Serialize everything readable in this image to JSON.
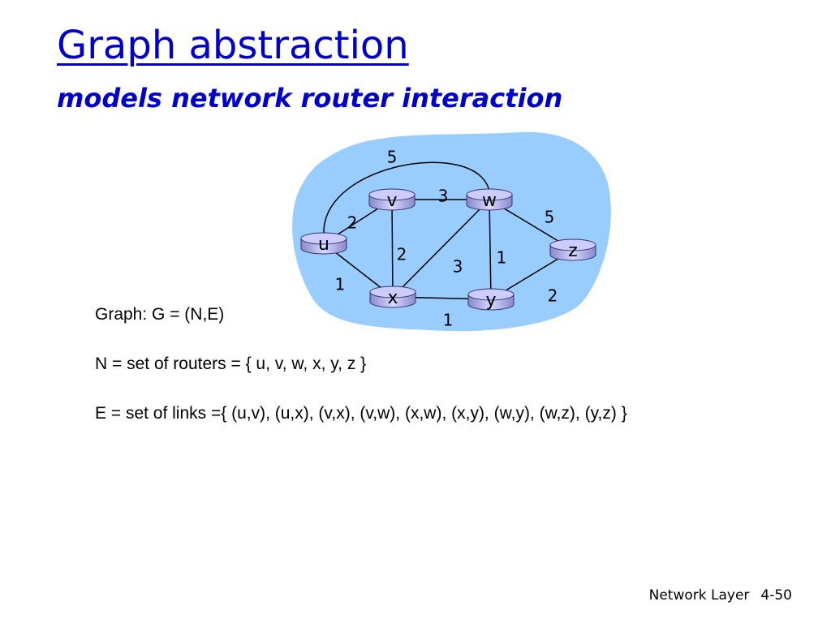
{
  "slide": {
    "title": "Graph abstraction",
    "subtitle": "models network router interaction"
  },
  "graph": {
    "nodes": [
      "u",
      "v",
      "w",
      "x",
      "y",
      "z"
    ],
    "edges": [
      {
        "from": "u",
        "to": "v",
        "weight": "2"
      },
      {
        "from": "u",
        "to": "x",
        "weight": "1"
      },
      {
        "from": "u",
        "to": "w",
        "weight": "5"
      },
      {
        "from": "v",
        "to": "w",
        "weight": "3"
      },
      {
        "from": "v",
        "to": "x",
        "weight": "2"
      },
      {
        "from": "x",
        "to": "w",
        "weight": "3"
      },
      {
        "from": "x",
        "to": "y",
        "weight": "1"
      },
      {
        "from": "w",
        "to": "y",
        "weight": "1"
      },
      {
        "from": "w",
        "to": "z",
        "weight": "5"
      },
      {
        "from": "y",
        "to": "z",
        "weight": "2"
      }
    ],
    "cloud_color": "#99ccff",
    "router_color": "#ccccff"
  },
  "text": {
    "graph_def": "Graph: G = (N,E)",
    "nodes_def": "N = set of routers = { u, v, w, x, y, z }",
    "edges_def": "E = set of links ={ (u,v), (u,x), (v,x), (v,w), (x,w), (x,y), (w,y), (w,z), (y,z) }"
  },
  "footer": {
    "section": "Network Layer",
    "page": "4-50"
  }
}
